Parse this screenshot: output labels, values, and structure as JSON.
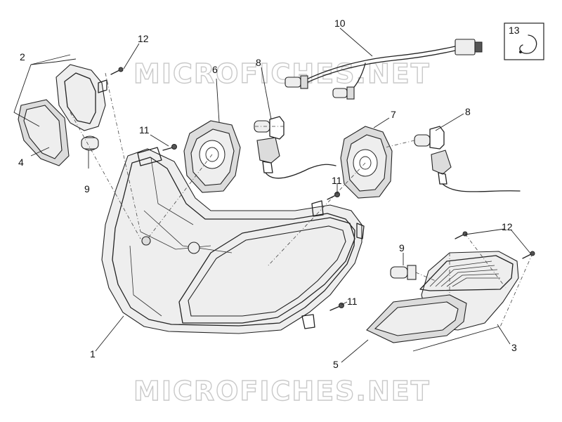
{
  "watermark": {
    "top": "MICROFICHES.NET",
    "bottom": "MICROFICHES.NET"
  },
  "callouts": {
    "c1": "1",
    "c2": "2",
    "c3": "3",
    "c4": "4",
    "c5": "5",
    "c6": "6",
    "c7": "7",
    "c8a": "8",
    "c8b": "8",
    "c9a": "9",
    "c9b": "9",
    "c10": "10",
    "c11a": "11",
    "c11b": "11",
    "c11c": "11",
    "c12a": "12",
    "c12b": "12",
    "c13": "13"
  }
}
